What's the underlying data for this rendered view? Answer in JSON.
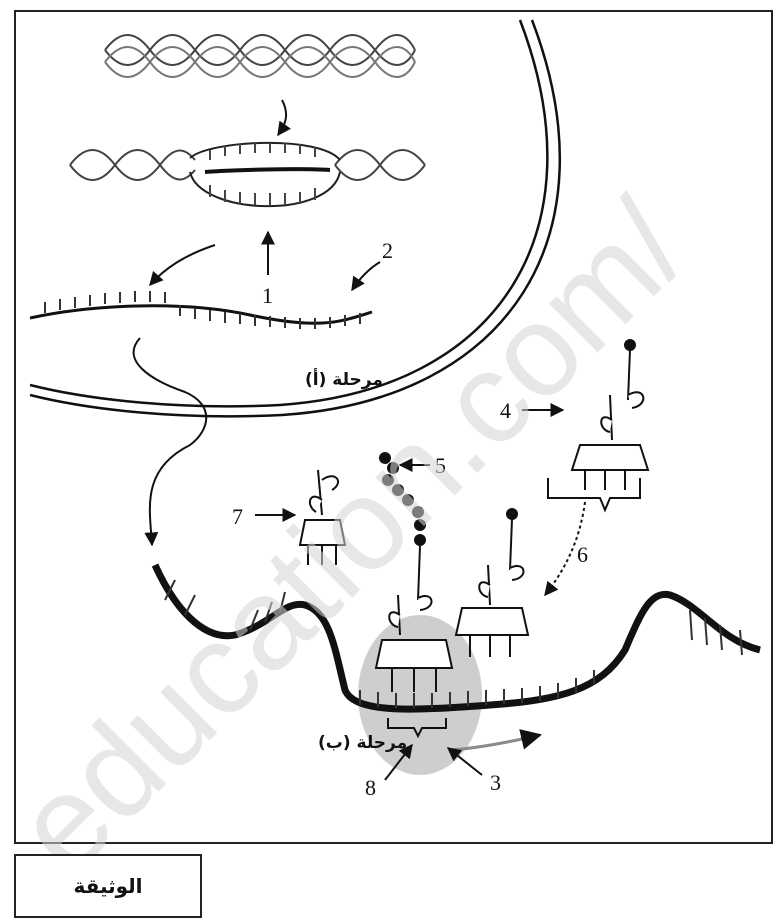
{
  "stage_a": "مرحلة (أ)",
  "stage_b": "مرحلة (ب)",
  "caption": "الوثيقة",
  "watermark": "education.com/",
  "numbers": {
    "n1": "1",
    "n2": "2",
    "n3": "3",
    "n4": "4",
    "n5": "5",
    "n6": "6",
    "n7": "7",
    "n8": "8"
  },
  "colors": {
    "ink": "#111111",
    "ribosome": "#bdbdbd",
    "watermark": "#d4d4d4"
  }
}
